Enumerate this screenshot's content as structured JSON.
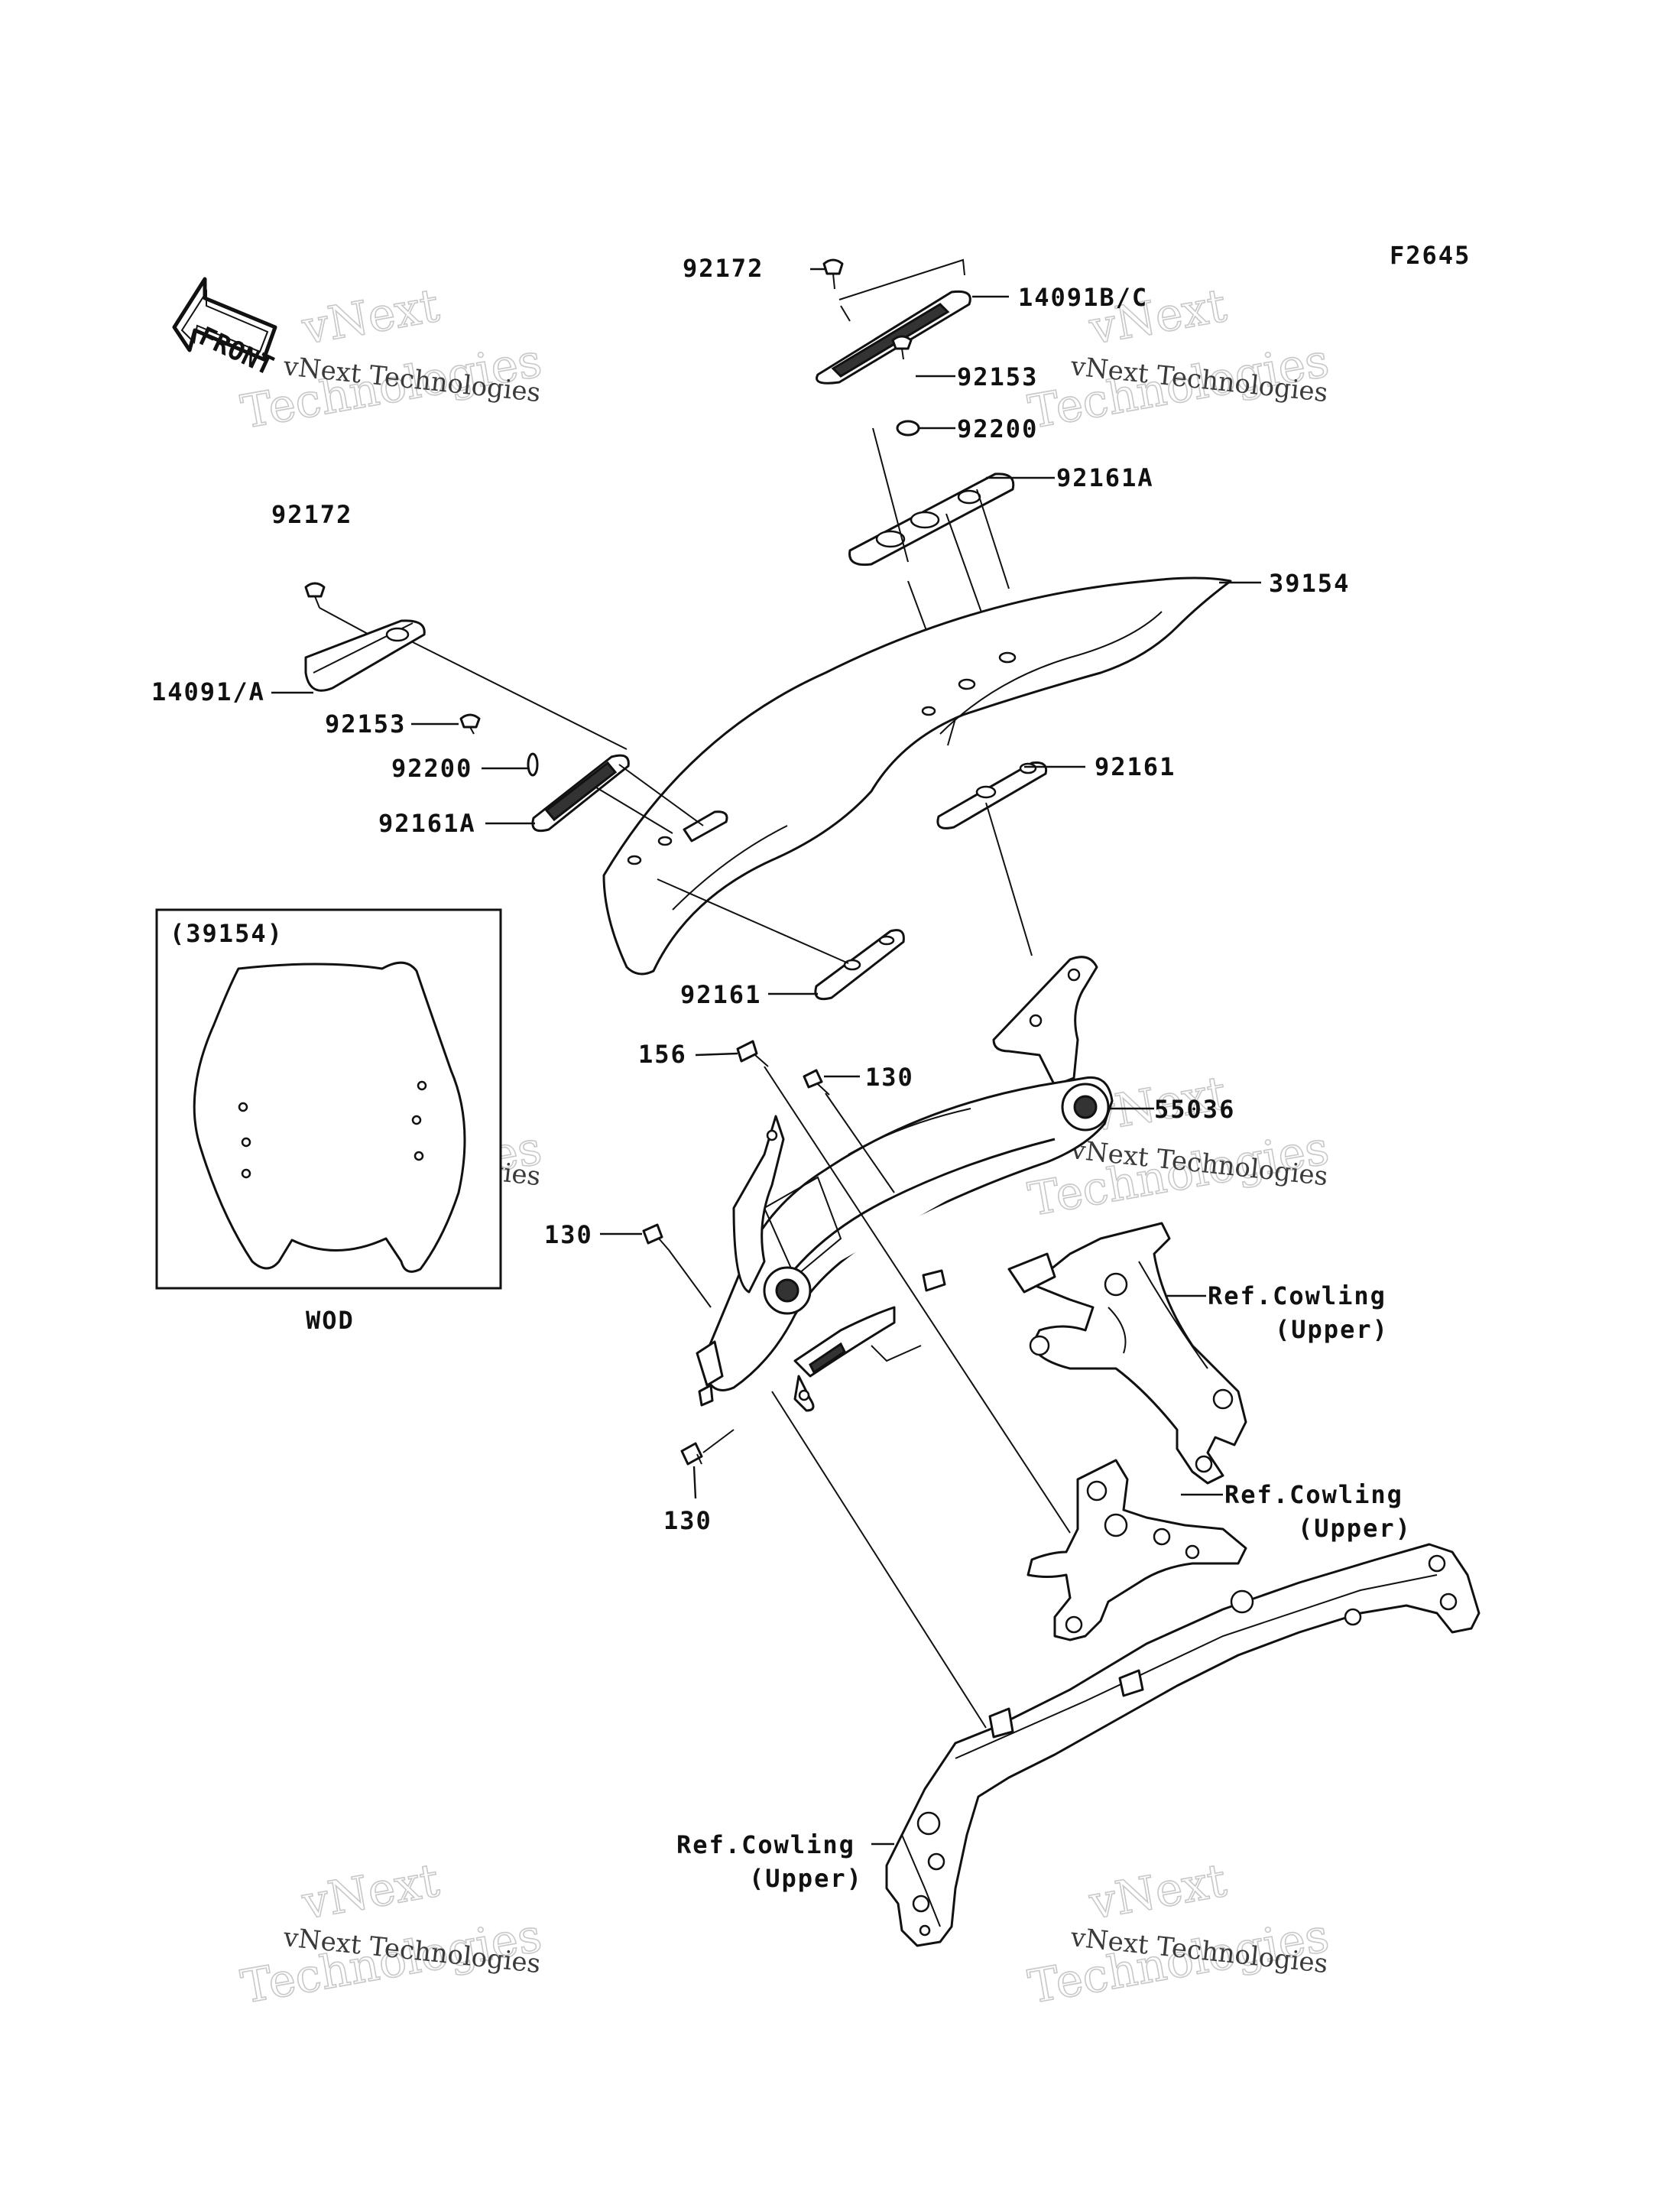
{
  "figure_code": "F2645",
  "front_arrow_label": "FRONT",
  "callouts": {
    "c92172_top": "92172",
    "c14091bc": "14091B/C",
    "c92153_top": "92153",
    "c92200_top": "92200",
    "c92161a_top": "92161A",
    "c39154": "39154",
    "c92172_left": "92172",
    "c14091a": "14091/A",
    "c92153_left": "92153",
    "c92200_left": "92200",
    "c92161a_left": "92161A",
    "c92161_right": "92161",
    "c92161_lower": "92161",
    "c156": "156",
    "c130_top": "130",
    "c55036": "55036",
    "c130_left": "130",
    "c130_bottom": "130",
    "ref1_line1": "Ref.Cowling",
    "ref1_line2": "(Upper)",
    "ref2_line1": "Ref.Cowling",
    "ref2_line2": "(Upper)",
    "ref3_line1": "Ref.Cowling",
    "ref3_line2": "(Upper)"
  },
  "inset": {
    "title": "(39154)",
    "caption": "WOD"
  },
  "watermark": {
    "line_a": "vNext",
    "line_b": "Technologies",
    "small": "vNext Technologies"
  }
}
